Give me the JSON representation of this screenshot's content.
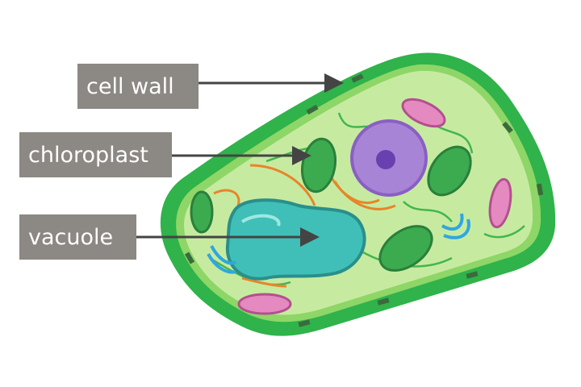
{
  "title": "Plant cell diagram",
  "labels": {
    "cell_wall": "cell wall",
    "chloroplast": "chloroplast",
    "vacuole": "vacuole"
  },
  "colors": {
    "label_bg": "#8c8883",
    "arrow": "#444444",
    "cell_wall": "#2fb34a",
    "cytoplasm": "#c6eba0",
    "vacuole": "#3fbfb8",
    "nucleus": "#a884d6",
    "chloroplast": "#3cab4f",
    "mitochondrion": "#e58ac0"
  }
}
